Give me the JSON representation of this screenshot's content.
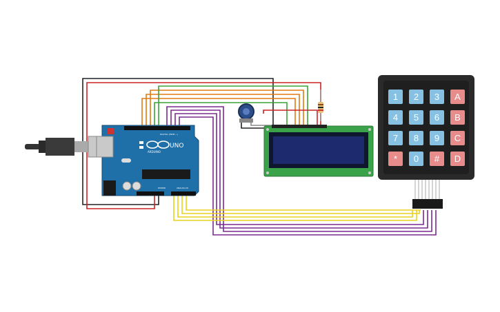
{
  "colors": {
    "background": "#ffffff",
    "arduino_board": "#1f6fa8",
    "wire_black": "#222222",
    "wire_red": "#cc2222",
    "wire_orange": "#e07a10",
    "wire_green": "#3aa335",
    "wire_purple": "#7a2a8e",
    "wire_yellow": "#e8d21c",
    "lcd_pcb": "#3aa34a",
    "lcd_screen": "#1e2a6e",
    "keypad_body": "#2a2a2a",
    "key_blue": "#86c1e3",
    "key_red": "#e88b8b"
  },
  "arduino": {
    "logo_text": "UNO",
    "brand_text": "ARDUINO",
    "digital_label": "DIGITAL (PWM ~)",
    "power_label": "POWER",
    "analog_label": "ANALOG IN"
  },
  "keypad": {
    "keys": [
      {
        "label": "1",
        "color": "blue"
      },
      {
        "label": "2",
        "color": "blue"
      },
      {
        "label": "3",
        "color": "blue"
      },
      {
        "label": "A",
        "color": "red"
      },
      {
        "label": "4",
        "color": "blue"
      },
      {
        "label": "5",
        "color": "blue"
      },
      {
        "label": "6",
        "color": "blue"
      },
      {
        "label": "B",
        "color": "red"
      },
      {
        "label": "7",
        "color": "blue"
      },
      {
        "label": "8",
        "color": "blue"
      },
      {
        "label": "9",
        "color": "blue"
      },
      {
        "label": "C",
        "color": "red"
      },
      {
        "label": "*",
        "color": "red"
      },
      {
        "label": "0",
        "color": "blue"
      },
      {
        "label": "#",
        "color": "red"
      },
      {
        "label": "D",
        "color": "red"
      }
    ]
  }
}
